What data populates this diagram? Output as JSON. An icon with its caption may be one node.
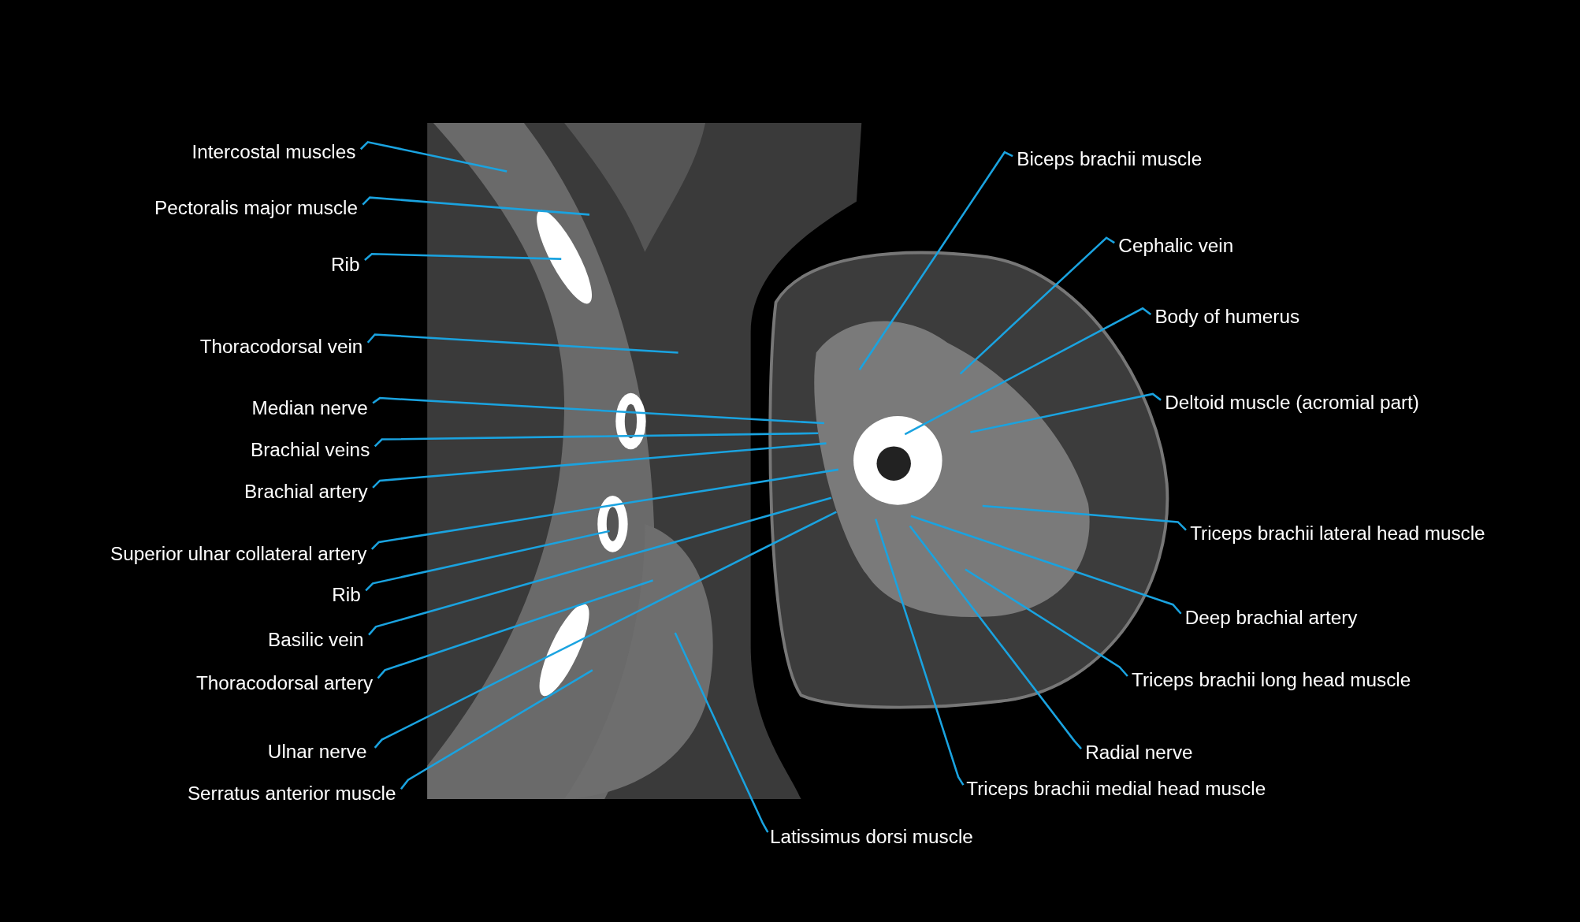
{
  "diagram": {
    "nodes": [
      {
        "text": [
          "Intercostal muscles"
        ]
      },
      {
        "text": [
          "Pectoralis major muscle"
        ]
      },
      {
        "text": [
          "Rib"
        ]
      },
      {
        "text": [
          "Thoracodorsal vein"
        ]
      },
      {
        "text": [
          "Median nerve"
        ]
      },
      {
        "text": [
          "Brachial veins"
        ]
      },
      {
        "text": [
          "Brachial artery"
        ]
      },
      {
        "text": [
          "Superior ulnar collateral artery"
        ]
      },
      {
        "text": [
          "Rib"
        ]
      },
      {
        "text": [
          "Basilic vein"
        ]
      },
      {
        "text": [
          "Thoracodorsal artery"
        ]
      },
      {
        "text": [
          "Ulnar nerve"
        ]
      },
      {
        "text": [
          "Serratus anterior muscle"
        ]
      },
      {
        "text": [
          "Latissimus dorsi muscle"
        ]
      },
      {
        "text": [
          "Biceps brachii muscle"
        ]
      },
      {
        "text": [
          "Cephalic vein"
        ]
      },
      {
        "text": [
          "Body of humerus"
        ]
      },
      {
        "text": [
          "Deltoid muscle (acromial part)"
        ]
      },
      {
        "text": [
          "Triceps brachii lateral head muscle"
        ]
      },
      {
        "text": [
          "Deep brachial artery"
        ]
      },
      {
        "text": [
          "Triceps brachii long head muscle"
        ]
      },
      {
        "text": [
          "Radial nerve"
        ]
      },
      {
        "text": [
          "Triceps brachii medial head muscle"
        ]
      }
    ],
    "edges": [
      {
        "from": 0,
        "to": null,
        "arrow": "none"
      },
      {
        "from": 1,
        "to": null,
        "arrow": "none"
      },
      {
        "from": 2,
        "to": null,
        "arrow": "none"
      },
      {
        "from": 3,
        "to": null,
        "arrow": "none"
      },
      {
        "from": 4,
        "to": null,
        "arrow": "none"
      },
      {
        "from": 5,
        "to": null,
        "arrow": "none"
      },
      {
        "from": 6,
        "to": null,
        "arrow": "none"
      },
      {
        "from": 7,
        "to": null,
        "arrow": "none"
      },
      {
        "from": 8,
        "to": null,
        "arrow": "none"
      },
      {
        "from": 9,
        "to": null,
        "arrow": "none"
      },
      {
        "from": 10,
        "to": null,
        "arrow": "none"
      },
      {
        "from": 11,
        "to": null,
        "arrow": "none"
      },
      {
        "from": 12,
        "to": null,
        "arrow": "none"
      },
      {
        "from": 13,
        "to": null,
        "arrow": "none"
      },
      {
        "from": 14,
        "to": null,
        "arrow": "none"
      },
      {
        "from": 15,
        "to": null,
        "arrow": "none"
      },
      {
        "from": 16,
        "to": null,
        "arrow": "none"
      },
      {
        "from": 17,
        "to": null,
        "arrow": "none"
      },
      {
        "from": 18,
        "to": null,
        "arrow": "none"
      },
      {
        "from": 19,
        "to": null,
        "arrow": "none"
      },
      {
        "from": 20,
        "to": null,
        "arrow": "none"
      },
      {
        "from": 21,
        "to": null,
        "arrow": "none"
      },
      {
        "from": 22,
        "to": null,
        "arrow": "none"
      }
    ]
  }
}
